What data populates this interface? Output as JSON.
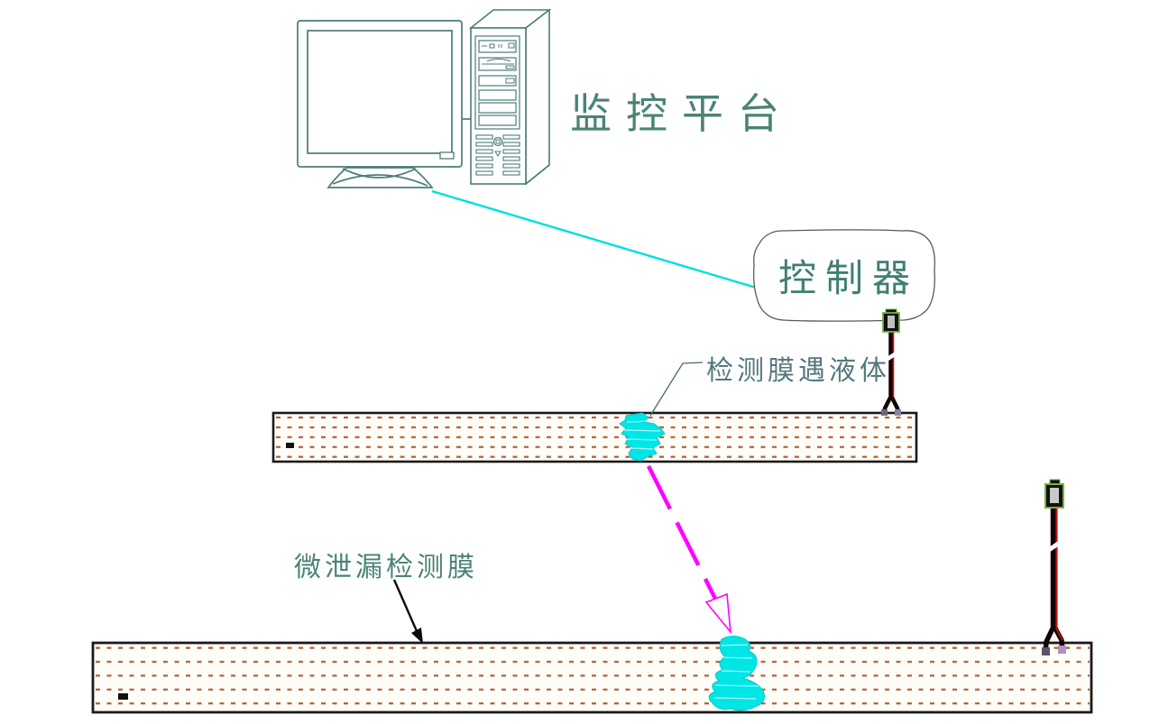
{
  "diagram": {
    "labels": {
      "monitoring_platform": "监控平台",
      "controller": "控制器",
      "detection_membrane_liquid": "检测膜遇液体",
      "micro_leak_membrane": "微泄漏检测膜"
    },
    "colors": {
      "label_teal": "#4a8376",
      "computer_outline_teal": "#4a7d78",
      "link_line_cyan": "#00dfe0",
      "liquid_blob_cyan": "#00e6e6",
      "drip_arrow_magenta": "#ff00ff",
      "membrane_dot_orange": "#b06038",
      "membrane_border_black": "#1a1a1a",
      "cable_black": "#140404",
      "cable_red": "#cc1111",
      "connector_green": "#76b041"
    },
    "icons": {
      "monitor": "monitor-icon",
      "tower": "computer-tower-icon",
      "sensor_plug": "cable-connector-icon",
      "liquid": "liquid-blob-icon",
      "drip": "drip-arrow-icon"
    }
  }
}
